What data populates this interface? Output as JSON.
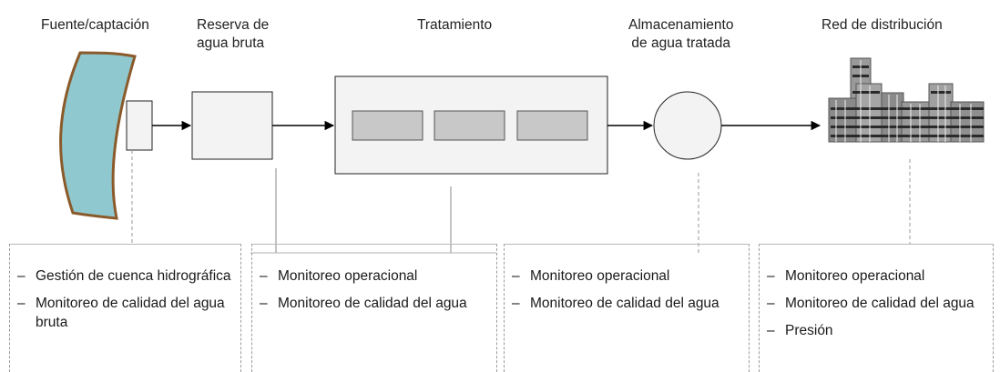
{
  "stages": [
    {
      "title": "Fuente/captación"
    },
    {
      "title": "Reserva de agua bruta"
    },
    {
      "title": "Tratamiento"
    },
    {
      "title": "Almacenamiento de agua tratada"
    },
    {
      "title": "Red de distribución"
    }
  ],
  "titles_lines": {
    "reserva_1": "Reserva de",
    "reserva_2": "agua bruta",
    "alm_1": "Almacenamiento",
    "alm_2": "de agua tratada"
  },
  "panels": [
    {
      "items": [
        "Gestión de cuenca hidrográfica",
        "Monitoreo de calidad del agua bruta"
      ]
    },
    {
      "items": [
        "Monitoreo operacional",
        "Monitoreo de calidad del agua"
      ]
    },
    {
      "items": [
        "Monitoreo operacional",
        "Monitoreo de calidad del agua"
      ]
    },
    {
      "items": [
        "Monitoreo operacional",
        "Monitoreo de calidad del agua",
        "Presión"
      ]
    }
  ],
  "bullet": "–",
  "colors": {
    "water": "#8fc9cf",
    "water_edge": "#8b5a2b",
    "box_fill": "#f3f3f3",
    "inner_fill": "#c8c8c8",
    "building": "#7a7a7a"
  }
}
